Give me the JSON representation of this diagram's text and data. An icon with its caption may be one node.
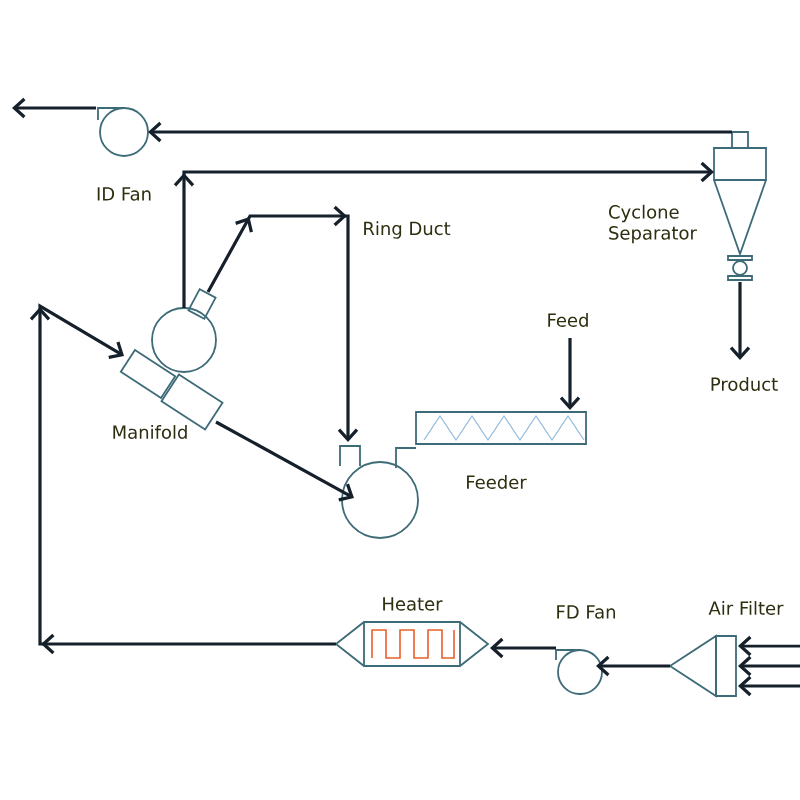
{
  "diagram": {
    "nodes": [
      {
        "text": [
          "ID Fan"
        ]
      },
      {
        "text": [
          "Cyclone Separator"
        ]
      },
      {
        "text": [],
        "shape": "circle"
      },
      {
        "text": [
          "Feed"
        ]
      },
      {
        "text": [
          "Product"
        ]
      },
      {
        "text": [
          "Manifold"
        ]
      },
      {
        "text": [
          "Feeder"
        ]
      },
      {
        "text": [
          "Heater"
        ]
      },
      {
        "text": [
          "FD Fan"
        ]
      },
      {
        "text": [
          "Air Filter"
        ]
      }
    ],
    "edges": [
      {
        "from": 0,
        "to": null,
        "arrow": "to"
      },
      {
        "from": 1,
        "to": 0,
        "arrow": "to"
      },
      {
        "from": 2,
        "to": 1,
        "arrow": "to"
      },
      {
        "from": 2,
        "to": 6,
        "arrow": "to"
      },
      {
        "from": 7,
        "to": 5,
        "arrow": "to"
      },
      {
        "from": 5,
        "to": 6,
        "arrow": "to"
      },
      {
        "from": 3,
        "to": 6,
        "arrow": "to"
      },
      {
        "from": 1,
        "to": 4,
        "arrow": "to"
      },
      {
        "from": 8,
        "to": 7,
        "arrow": "to"
      },
      {
        "from": 9,
        "to": 8,
        "arrow": "to"
      },
      {
        "from": null,
        "to": 9,
        "arrow": "to"
      },
      {
        "from": null,
        "to": 9,
        "arrow": "to"
      },
      {
        "from": null,
        "to": 9,
        "arrow": "to"
      }
    ],
    "labels": [
      "Ring Duct"
    ]
  }
}
